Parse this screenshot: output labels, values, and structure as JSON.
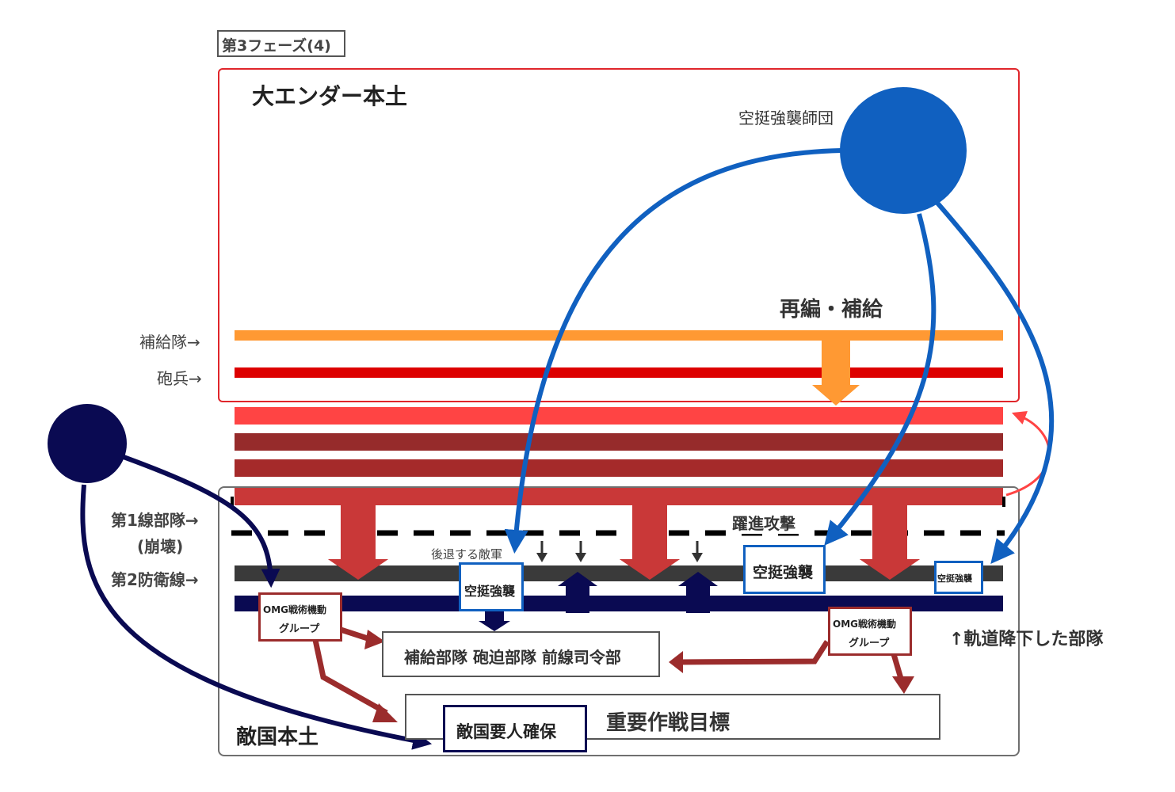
{
  "phase_tag": "第3フェーズ(4)",
  "homeland": {
    "title": "大エンダー本土",
    "reorg_label": "再編・補給"
  },
  "airborne_division": {
    "label": "空挺強襲師団",
    "color": "#1060c0"
  },
  "left_labels": {
    "supply": "補給隊→",
    "artillery": "砲兵→",
    "front1": "第1線部隊→",
    "front1_sub": "(崩壊)",
    "front2": "第2防衛線→"
  },
  "enemy": {
    "title": "敵国本土",
    "leap_attack": "躍進攻撃",
    "retreat": "後退する敵軍",
    "airborne_boxes": [
      "空挺強襲",
      "空挺強襲",
      "空挺強襲"
    ],
    "omg_left": "OMG戦術機動グループ",
    "omg_right": "OMG戦術機動グループ",
    "omg_line1": "OMG戦術機動",
    "omg_line2": "グループ",
    "rear_targets": "補給部隊 砲迫部隊 前線司令部",
    "key_objective": "重要作戦目標",
    "capture": "敵国要人確保"
  },
  "orbital_note": "↑軌道降下した部隊",
  "colors": {
    "homeland_border": "#e0262b",
    "enemy_border": "#6f6f6f",
    "supply_line": "#ff9933",
    "artillery_line": "#dd0000",
    "front_red": "#ff4444",
    "front_dark": "#962b2b",
    "front_mid": "#a52a2a",
    "attack_red": "#c93838",
    "defense_gray": "#3a3a3a",
    "navy": "#0a0a52",
    "omg_border": "#9b2c2c",
    "airborne_blue": "#1060c0"
  }
}
